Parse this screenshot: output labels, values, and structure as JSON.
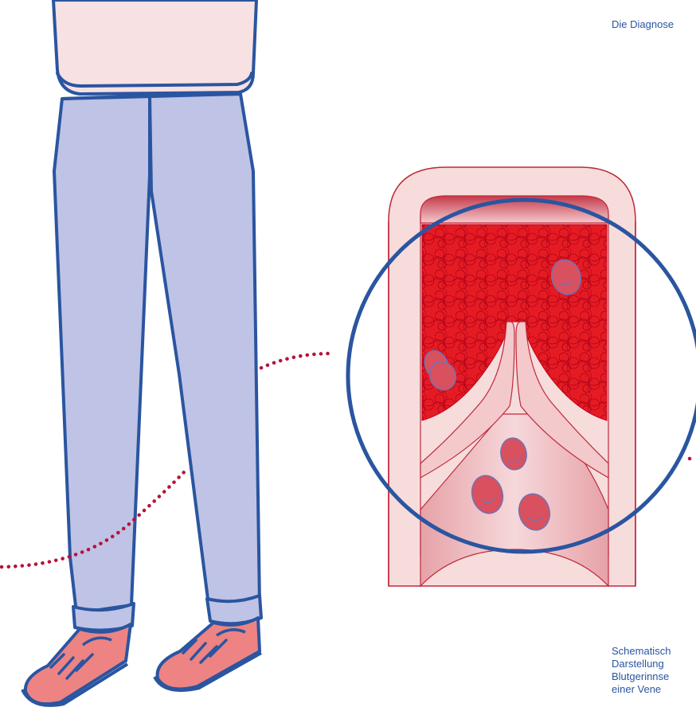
{
  "header": {
    "text": "Die Diagnose"
  },
  "caption": {
    "lines": [
      "Schematisch",
      "Darstellung",
      "Blutgerinnse",
      "einer Vene"
    ]
  },
  "colors": {
    "ink": "#2a55a0",
    "shirt": "#f8e1e2",
    "pants": "#bfc3e5",
    "shoe": "#ee8383",
    "vein_wall": "#f7dcdc",
    "vein_outline": "#c0283a",
    "blood": "#e01520",
    "blood_cell": "#d9505e",
    "dots": "#b5123a"
  },
  "icons": [
    "person-legs-illustration",
    "vein-cross-section-illustration",
    "magnifier-circle"
  ]
}
